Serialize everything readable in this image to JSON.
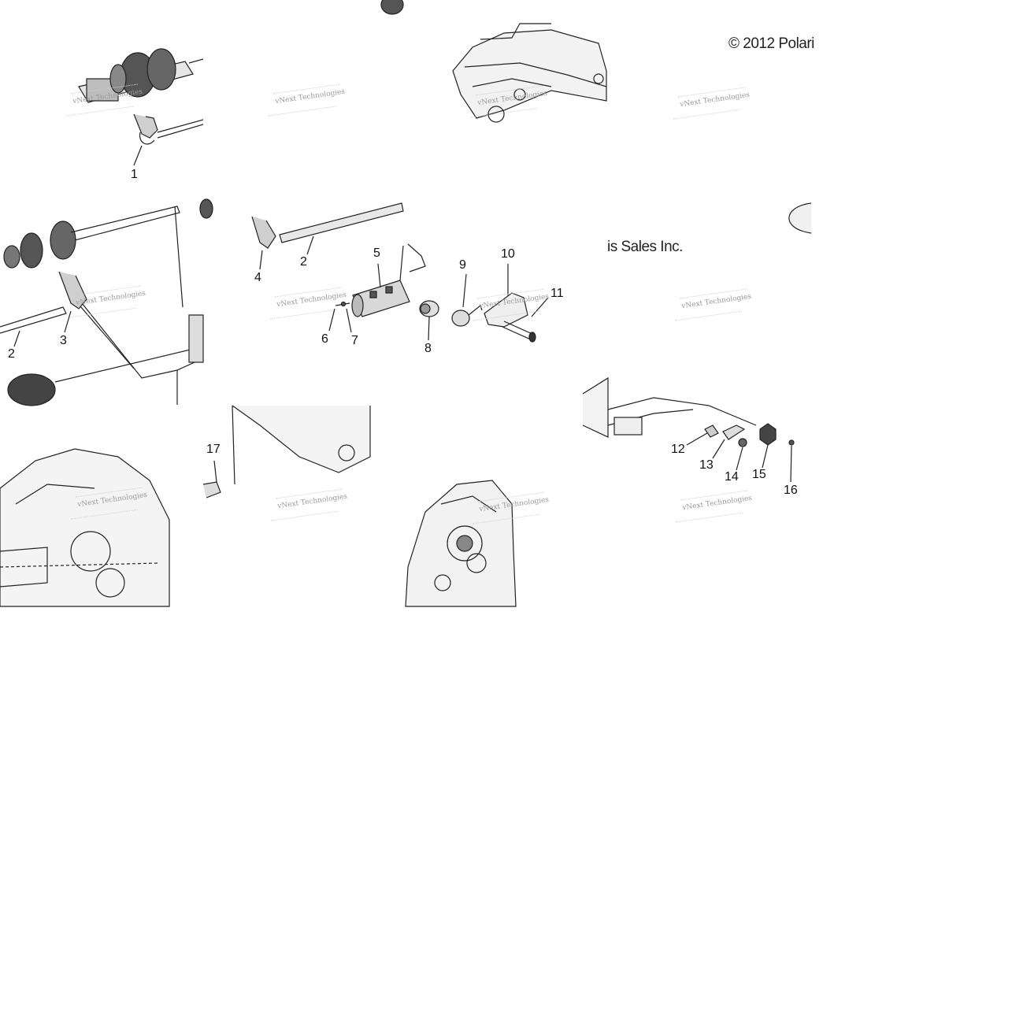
{
  "diagram": {
    "copyright_part1": "© 2012 Polari",
    "copyright_part2": "is Sales Inc.",
    "watermark_text": "vNext Technologies",
    "callouts": [
      "1",
      "2",
      "3",
      "4",
      "2",
      "5",
      "6",
      "7",
      "8",
      "9",
      "10",
      "11",
      "12",
      "13",
      "14",
      "15",
      "16",
      "17"
    ]
  }
}
